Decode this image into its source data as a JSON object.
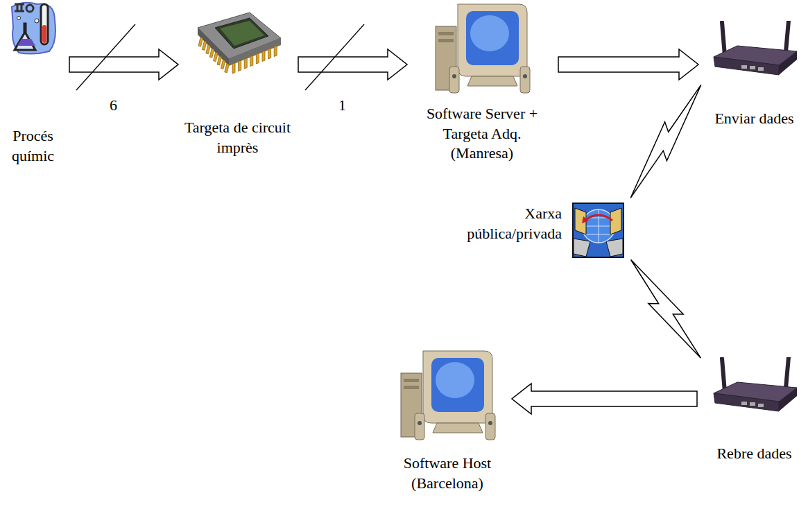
{
  "diagram": {
    "nodes": [
      {
        "text": [
          "Procés químic"
        ]
      },
      {
        "text": [
          "Targeta de circuit imprès"
        ]
      },
      {
        "text": [
          "Software Server + Targeta Adq. (Manresa)"
        ]
      },
      {
        "text": [
          "Enviar dades"
        ]
      },
      {
        "text": [
          "Xarxa pública/privada"
        ]
      },
      {
        "text": [
          "Rebre dades"
        ]
      },
      {
        "text": [
          "Software Host (Barcelona)"
        ]
      }
    ],
    "edges": [
      {
        "from": 0,
        "to": 1,
        "arrow": "to",
        "label": "6"
      },
      {
        "from": 1,
        "to": 2,
        "arrow": "to",
        "label": "1"
      },
      {
        "from": 2,
        "to": 3,
        "arrow": "to"
      },
      {
        "from": 3,
        "to": 4,
        "arrow": "none"
      },
      {
        "from": 4,
        "to": 5,
        "arrow": "none"
      },
      {
        "from": 5,
        "to": 6,
        "arrow": "to"
      }
    ]
  }
}
